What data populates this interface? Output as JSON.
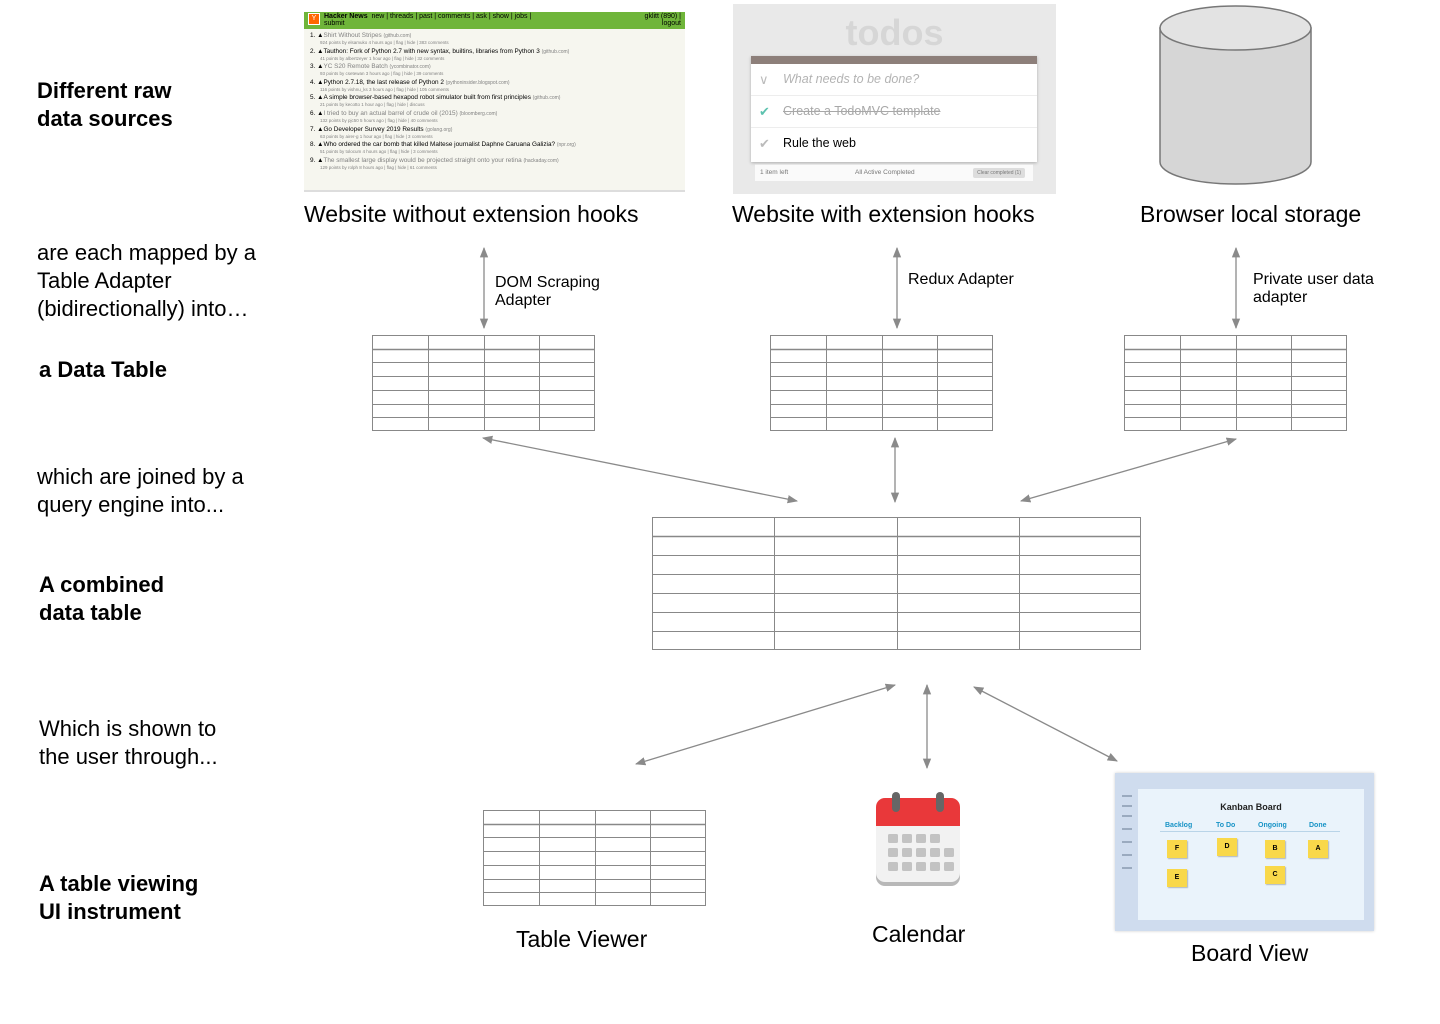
{
  "row_labels": {
    "raw_sources": [
      "Different raw",
      "data sources"
    ],
    "mapped": [
      "are each mapped by a",
      "Table Adapter",
      "(bidirectionally) into…"
    ],
    "data_table": "a Data Table",
    "joined": [
      "which are joined by a",
      "query engine into..."
    ],
    "combined": [
      "A combined",
      "data table"
    ],
    "shown": [
      "Which is shown to",
      "the user through..."
    ],
    "instrument": [
      "A table viewing",
      "UI instrument"
    ]
  },
  "sources": {
    "website_no_hooks": "Website without extension hooks",
    "website_hooks": "Website with extension hooks",
    "local_storage": "Browser local storage"
  },
  "adapters": {
    "dom": [
      "DOM Scraping",
      "Adapter"
    ],
    "redux": "Redux Adapter",
    "private": [
      "Private user data",
      "adapter"
    ]
  },
  "views": {
    "table_viewer": "Table Viewer",
    "calendar": "Calendar",
    "board_view": "Board View"
  },
  "hn": {
    "logo": "Y",
    "brand": "Hacker News",
    "nav": "new | threads | past | comments | ask | show | jobs |",
    "nav2": "submit",
    "user": "gklitt (890) |",
    "logout": "logout",
    "items": [
      {
        "n": "1.",
        "title": "Shirt Without Stripes",
        "site": "(github.com)",
        "meta": "924 points by elsamuko 4 hours ago | flag | hide | 383 comments",
        "visited": true
      },
      {
        "n": "2.",
        "title": "Tauthon: Fork of Python 2.7 with new syntax, builtins, libraries from Python 3",
        "site": "(github.com)",
        "meta": "41 points by albertzeyer 1 hour ago | flag | hide | 32 comments",
        "visited": false
      },
      {
        "n": "3.",
        "title": "YC S20 Remote Batch",
        "site": "(ycombinator.com)",
        "meta": "93 points by csetewan 3 hours ago | flag | hide | 39 comments",
        "visited": true
      },
      {
        "n": "4.",
        "title": "Python 2.7.18, the last release of Python 2",
        "site": "(pythoninsider.blogspot.com)",
        "meta": "116 points by vishnu_ks 3 hours ago | flag | hide | 105 comments",
        "visited": false
      },
      {
        "n": "5.",
        "title": "A simple browser-based hexapod robot simulator built from first principles",
        "site": "(github.com)",
        "meta": "21 points by kecotto 1 hour ago | flag | hide | discuss",
        "visited": false
      },
      {
        "n": "6.",
        "title": "I tried to buy an actual barrel of crude oil (2015)",
        "site": "(bloomberg.com)",
        "meta": "132 points by pjc50 5 hours ago | flag | hide | 40 comments",
        "visited": true
      },
      {
        "n": "7.",
        "title": "Go Developer Survey 2019 Results",
        "site": "(golang.org)",
        "meta": "63 points by airer-g 1 hour ago | flag | hide | 3 comments",
        "visited": false
      },
      {
        "n": "8.",
        "title": "Who ordered the car bomb that killed Maltese journalist Daphne Caruana Galizia?",
        "site": "(npr.org)",
        "meta": "51 points by tolocum 4 hours ago | flag | hide | 3 comments",
        "visited": false
      },
      {
        "n": "9.",
        "title": "The smallest large display would be projected straight onto your retina",
        "site": "(hackaday.com)",
        "meta": "129 points by rolph 8 hours ago | flag | hide | 61 comments",
        "visited": true
      }
    ]
  },
  "todo": {
    "title": "todos",
    "placeholder": "What needs to be done?",
    "items": [
      {
        "text": "Create a TodoMVC template",
        "done": true
      },
      {
        "text": "Rule the web",
        "done": false
      }
    ],
    "count": "1 item left",
    "filters": "All  Active  Completed",
    "clear": "Clear completed (1)"
  },
  "kanban": {
    "title": "Kanban Board",
    "columns": [
      "Backlog",
      "To Do",
      "Ongoing",
      "Done"
    ],
    "cards": {
      "backlog": [
        "F",
        "E"
      ],
      "todo": [
        "D"
      ],
      "ongoing": [
        "B",
        "C"
      ],
      "done": [
        "A"
      ]
    }
  },
  "colors": {
    "arrow": "#8a8a8a",
    "grid": "#888888",
    "hn_bar": "#6fb53a",
    "calendar_red": "#e9383a",
    "kanban_header": "#1793c6",
    "sticky": "#f9d84a"
  }
}
